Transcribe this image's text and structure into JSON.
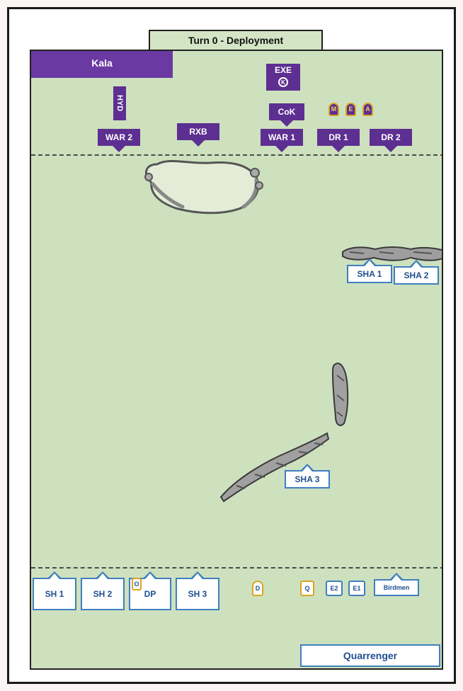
{
  "turn_label": "Turn 0 - Deployment",
  "players": {
    "top": "Kala",
    "bottom": "Quarrenger"
  },
  "enemy_units": {
    "hyd": "HYD",
    "war2": "WAR 2",
    "rxb": "RXB",
    "exe": "EXE",
    "exe_badge": "K",
    "cok": "CoK",
    "war1": "WAR 1",
    "dr1": "DR 1",
    "dr2": "DR 2",
    "chips": [
      "M",
      "E",
      "A"
    ]
  },
  "friendly_units": {
    "sha1": "SHA 1",
    "sha2": "SHA 2",
    "sha3": "SHA 3",
    "sh1": "SH 1",
    "sh2": "SH 2",
    "dp": "DP",
    "dp_chip": "O",
    "sh3": "SH 3",
    "d_chip": "D",
    "q_chip": "Q",
    "e2": "E2",
    "e1": "E1",
    "birdmen": "Birdmen"
  },
  "colors": {
    "board": "#cde1be",
    "enemy": "#5d2f91",
    "friendly_border": "#3f7fbf",
    "friendly_text": "#1f4f8f",
    "accent_gold": "#d9a520"
  }
}
